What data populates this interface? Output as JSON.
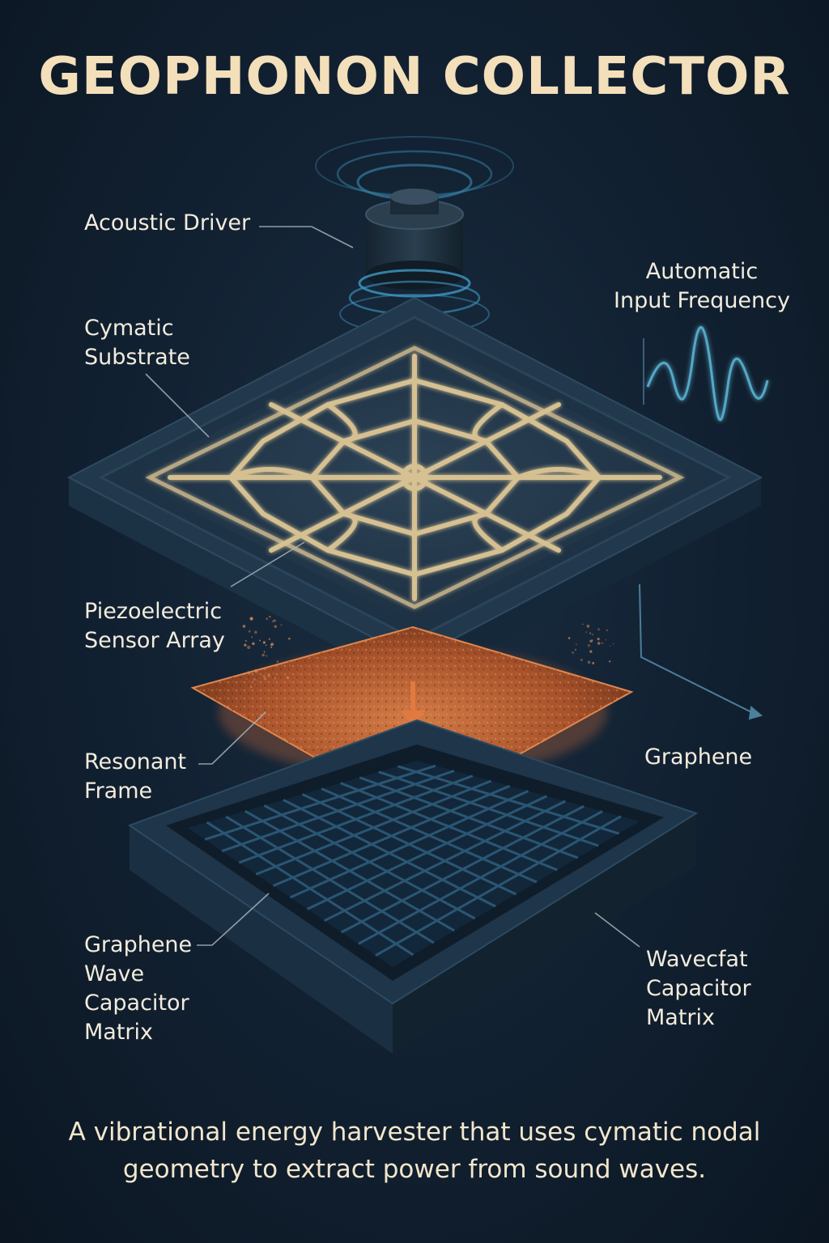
{
  "title": "GEOPHONON COLLECTOR",
  "labels": {
    "acoustic_driver": "Acoustic Driver",
    "automatic_input_frequency": [
      "Automatic",
      "Input Frequency"
    ],
    "cymatic_substrate": [
      "Cymatic",
      "Substrate"
    ],
    "piezoelectric_sensor_array": [
      "Piezoelectric",
      "Sensor Array"
    ],
    "resonant_frame": [
      "Resonant",
      "Frame"
    ],
    "graphene": "Graphene",
    "graphene_wave_capacitor_matrix": [
      "Graphene",
      "Wave",
      "Capacitor",
      "Matrix"
    ],
    "wavecfat_capacitor_matrix": [
      "Wavecfat",
      "Capacitor",
      "Matrix"
    ]
  },
  "caption": [
    "A vibrational energy harvester that uses cymatic nodal",
    "geometry to extract power from sound waves."
  ],
  "colors": {
    "background": "#122233",
    "title": "#f3dfba",
    "sand_pattern": "#e9cf9a",
    "plate": "#20384d",
    "copper_layer": "#c4683a",
    "arrow": "#e07a40",
    "wave_accent": "#4aa3c8",
    "frame": "#1d3347"
  }
}
